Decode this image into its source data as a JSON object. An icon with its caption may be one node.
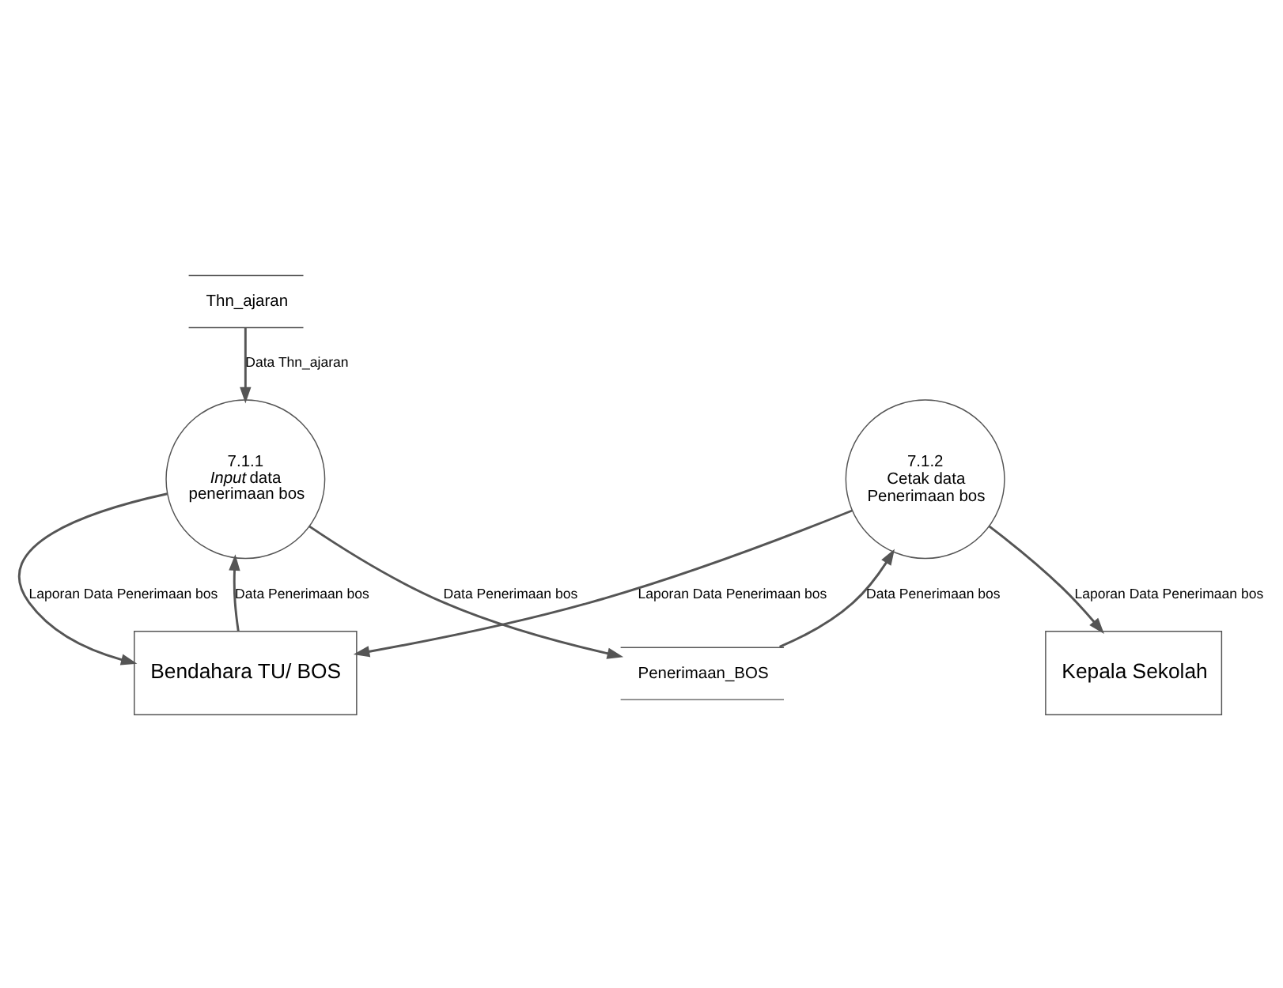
{
  "diagram": {
    "nodes": [
      {
        "text": [
          "7.1.1",
          "*Input* data penerimaan bos"
        ]
      },
      {
        "text": [
          "7.1.2",
          "Cetak data Penerimaan bos"
        ]
      },
      {
        "text": [
          "Thn_ajaran"
        ]
      },
      {
        "text": [
          "Penerimaan_BOS"
        ]
      },
      {
        "text": [
          "Bendahara TU/ BOS"
        ]
      },
      {
        "text": [
          "Kepala Sekolah"
        ]
      }
    ],
    "edges": [
      {
        "from": 2,
        "to": 0,
        "arrow": "to",
        "label": "Data Thn_ajaran"
      },
      {
        "from": 0,
        "to": 3,
        "arrow": "to",
        "label": "Data Penerimaan bos"
      },
      {
        "from": 3,
        "to": 1,
        "arrow": "to",
        "label": "Data Penerimaan bos"
      },
      {
        "from": 4,
        "to": 0,
        "arrow": "to",
        "label": "Data Penerimaan bos"
      },
      {
        "from": 0,
        "to": 4,
        "arrow": "to",
        "label": "Laporan Data Penerimaan bos"
      },
      {
        "from": 1,
        "to": 4,
        "arrow": "to",
        "label": "Laporan Data Penerimaan bos"
      },
      {
        "from": 1,
        "to": 5,
        "arrow": "to",
        "label": "Laporan Data Penerimaan bos"
      }
    ]
  }
}
